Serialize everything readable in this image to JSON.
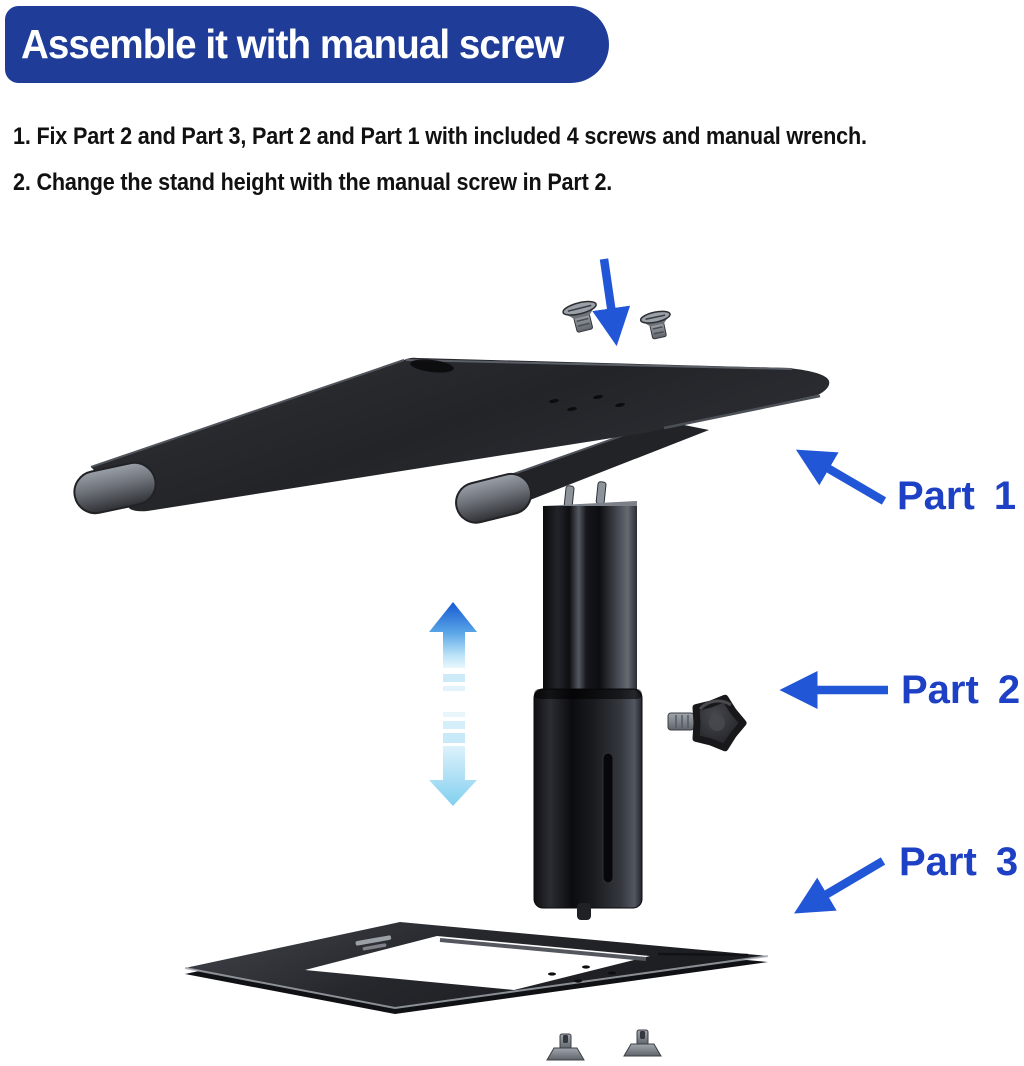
{
  "header": {
    "title": "Assemble it with manual screw"
  },
  "instructions": {
    "step1": "1. Fix Part 2 and Part 3, Part 2 and Part 1 with included 4 screws and manual wrench.",
    "step2": "2. Change the stand height with the manual screw in Part 2."
  },
  "diagram": {
    "labels": [
      {
        "id": "part-1",
        "text": "Part 1"
      },
      {
        "id": "part-2",
        "text": "Part 2"
      },
      {
        "id": "part-3",
        "text": "Part 3"
      }
    ],
    "icons": {
      "insert-screws-arrow": "↓",
      "part-pointer-arrows": "←",
      "height-up-arrow": "▲",
      "height-down-arrow": "▼",
      "top-screws-count": "2",
      "bottom-screws-count": "2",
      "thumb-screw-knob": "manual screw"
    }
  },
  "colors": {
    "banner-blue": "#1e3c98",
    "arrow-blue": "#2156d6",
    "label-blue": "#1d40c4",
    "ink": "#111111"
  }
}
